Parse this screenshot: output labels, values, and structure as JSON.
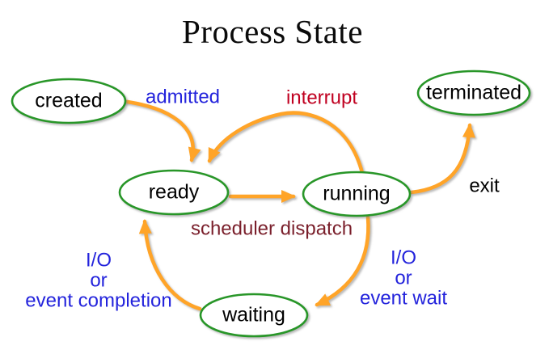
{
  "title": "Process State",
  "diagram": {
    "states": [
      {
        "id": "created",
        "label": "created"
      },
      {
        "id": "ready",
        "label": "ready"
      },
      {
        "id": "running",
        "label": "running"
      },
      {
        "id": "waiting",
        "label": "waiting"
      },
      {
        "id": "terminated",
        "label": "terminated"
      }
    ],
    "transitions": [
      {
        "id": "admitted",
        "label": "admitted",
        "from": "created",
        "to": "ready",
        "label_color": "#2323DC"
      },
      {
        "id": "interrupt",
        "label": "interrupt",
        "from": "running",
        "to": "ready",
        "label_color": "#C00020"
      },
      {
        "id": "scheduler-dispatch",
        "label": "scheduler dispatch",
        "from": "ready",
        "to": "running",
        "label_color": "#7A1F2B"
      },
      {
        "id": "exit",
        "label": "exit",
        "from": "running",
        "to": "terminated",
        "label_color": "#000000"
      },
      {
        "id": "io-event-wait",
        "label_lines": [
          "I/O",
          "or",
          "event wait"
        ],
        "from": "running",
        "to": "waiting",
        "label_color": "#2323DC"
      },
      {
        "id": "io-event-completion",
        "label_lines": [
          "I/O",
          "or",
          "event completion"
        ],
        "from": "waiting",
        "to": "ready",
        "label_color": "#2323DC"
      }
    ],
    "colors": {
      "state_border": "#289628",
      "state_fill": "#FFFFFF",
      "arrow": "#FFA428",
      "label_blue": "#2323DC",
      "label_red": "#C00020",
      "label_maroon": "#7A1F2B",
      "label_black": "#0A0A0A"
    }
  }
}
